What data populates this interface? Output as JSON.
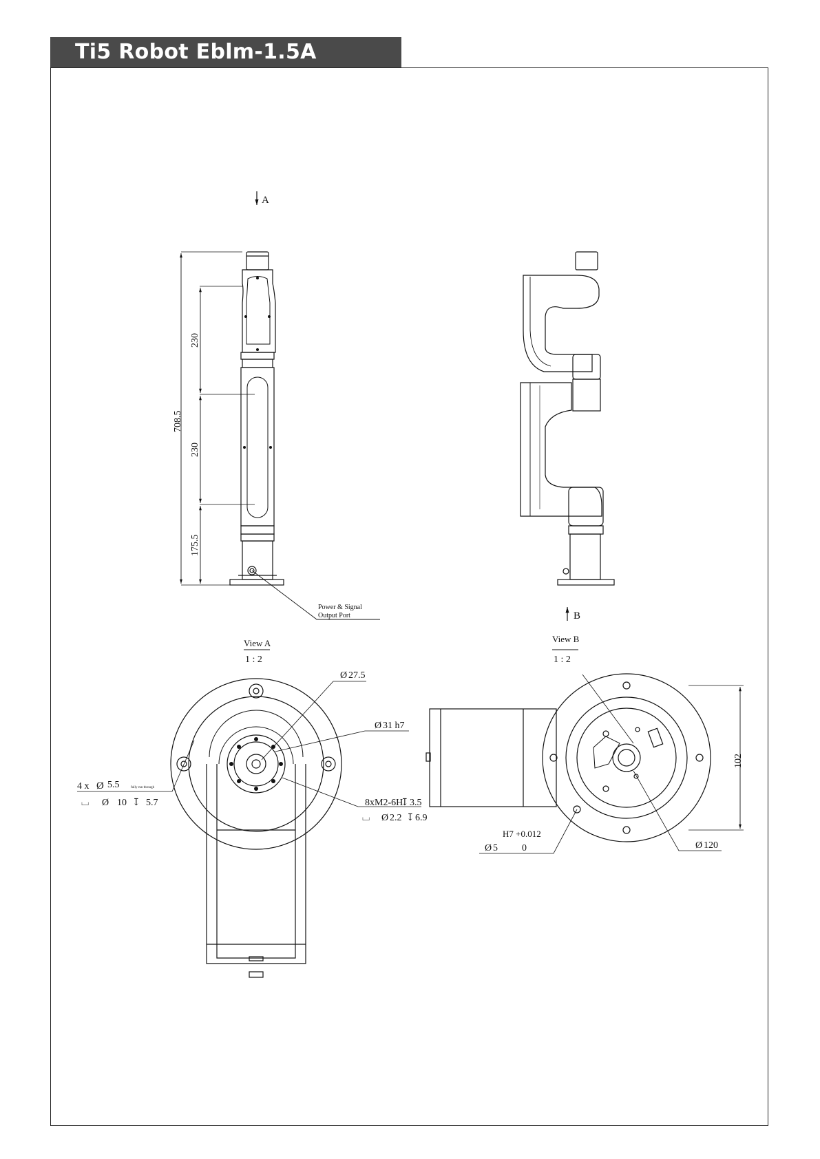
{
  "header": {
    "title": "Ti5 Robot Eblm-1.5A"
  },
  "front_view": {
    "view_arrow": "A",
    "dim_total": "708.5",
    "dim_upper": "230",
    "dim_middle": "230",
    "dim_lower": "175.5",
    "port_label_1": "Power & Signal",
    "port_label_2": "Output Port"
  },
  "side_view": {
    "view_arrow": "B"
  },
  "view_a": {
    "title": "View A",
    "scale": "1 : 2",
    "dia_inner": "27.5",
    "dia_pilot": "31 h7",
    "holes_line1": "4 x ",
    "holes_dia": "5.5",
    "holes_note": "fully run through",
    "holes_line2_cb": "10",
    "holes_line2_depth": "5.7",
    "thread_spec": "8xM2-6H",
    "thread_depth": "3.5",
    "drill_dia": "2.2",
    "drill_depth": "6.9"
  },
  "view_b": {
    "title": "View B",
    "scale": "1 : 2",
    "dim_height": "102",
    "dia_flange": "120",
    "pin_tol_upper": "H7 +0.012",
    "pin_dia": "5",
    "pin_tol_lower": "0"
  }
}
